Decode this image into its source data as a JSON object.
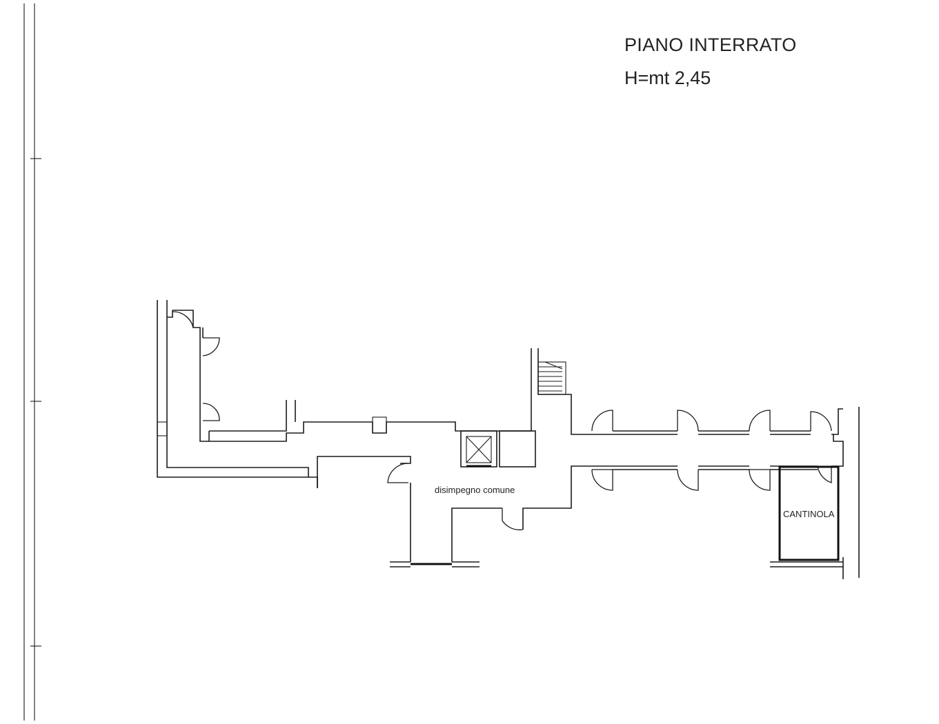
{
  "drawing": {
    "title": "PIANO INTERRATO",
    "height_note": "H=mt 2,45"
  },
  "rooms": {
    "common_hall": "disimpegno comune",
    "cellar": "CANTINOLA"
  },
  "symbols": {
    "elevator": "elevator-icon",
    "stairs": "stairs-icon",
    "door": "door-swing-icon"
  }
}
